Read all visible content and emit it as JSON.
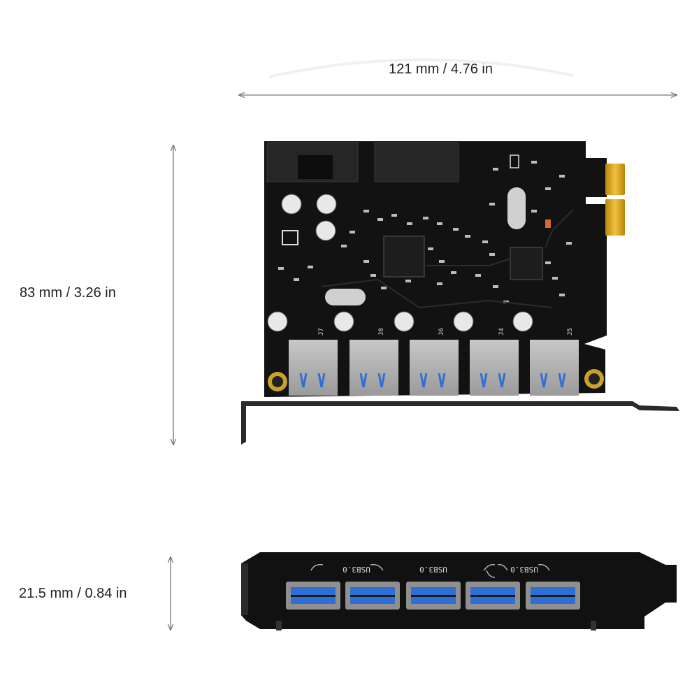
{
  "dimensions": {
    "width": "121 mm / 4.76 in",
    "height": "83 mm / 3.26 in",
    "depth": "21.5 mm / 0.84 in"
  },
  "ports": {
    "count": 5,
    "labels": [
      "J7",
      "J8",
      "J6",
      "J4",
      "J5"
    ]
  },
  "bracket": {
    "group_labels": [
      "USB3.0",
      "USB3.0",
      "USB3.0"
    ]
  },
  "colors": {
    "pcb": "#121212",
    "usb_blue": "#2f6fd3",
    "port_metal": "#a9a9a9",
    "gold_fingers": "#d9a82a"
  }
}
